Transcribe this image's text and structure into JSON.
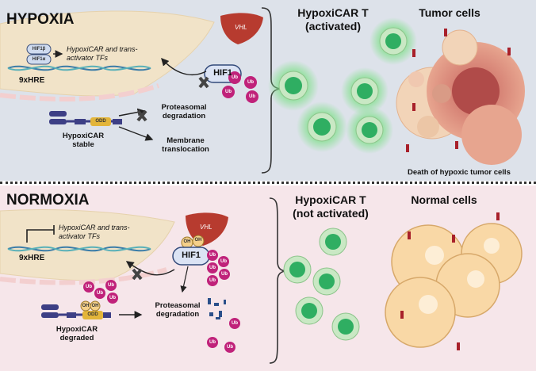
{
  "hypoxia": {
    "title": "HYPOXIA",
    "hif1b": "HIF1β",
    "hif1a": "HIF1α",
    "gene_text": "HypoxiCAR and trans-activator TFs",
    "hre": "9xHRE",
    "vhl": "VHL",
    "hif1": "HIF1",
    "ub": "Ub",
    "odd": "ODD",
    "car_label": "HypoxiCAR\nstable",
    "proteasomal": "Proteasomal\ndegradation",
    "membrane": "Membrane\ntranslocation",
    "cart_label": "HypoxiCAR T\n(activated)",
    "tumor_label": "Tumor cells",
    "death_label": "Death of hypoxic tumor cells"
  },
  "normoxia": {
    "title": "NORMOXIA",
    "gene_text": "HypoxiCAR and trans-activator TFs",
    "hre": "9xHRE",
    "vhl": "VHL",
    "oh": "OH",
    "hif1": "HIF1",
    "ub": "Ub",
    "odd": "ODD",
    "car_label": "HypoxiCAR\ndegraded",
    "proteasomal": "Proteasomal\ndegradation",
    "cart_label": "HypoxiCAR T\n(not activated)",
    "normal_label": "Normal cells"
  }
}
